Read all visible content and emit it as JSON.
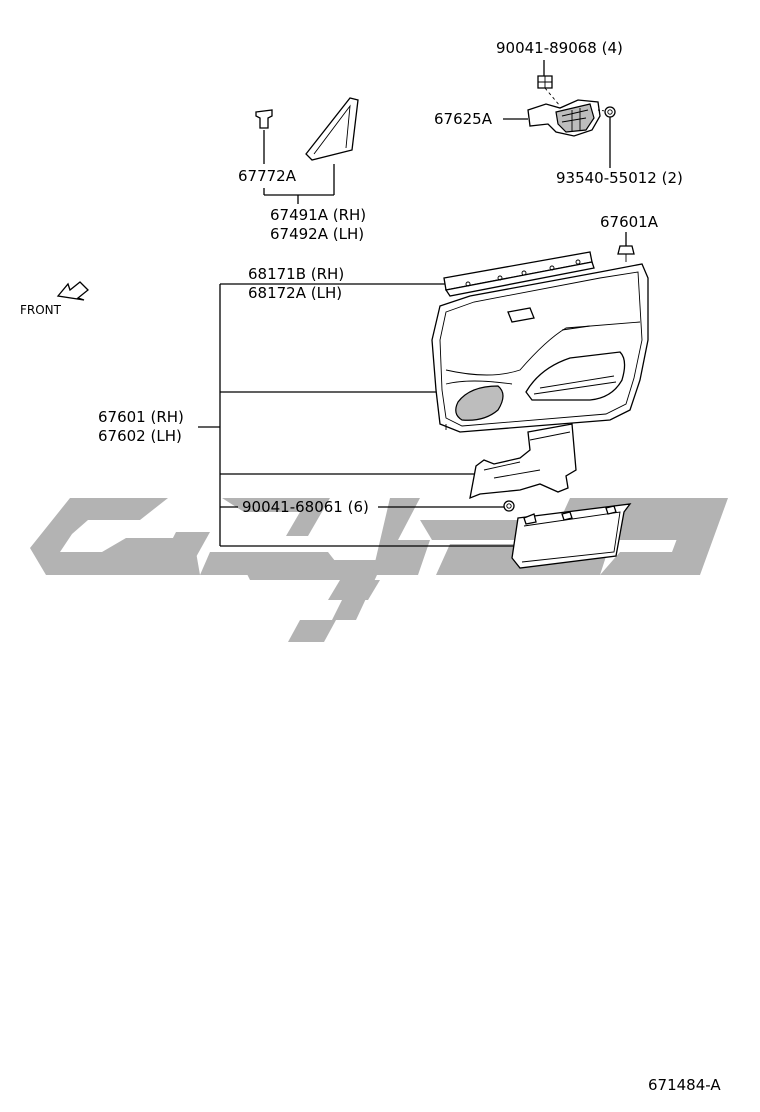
{
  "parts": {
    "p1": "90041-89068 (4)",
    "p2": "67625A",
    "p3": "93540-55012 (2)",
    "p4": "67772A",
    "p5_rh": "67491A (RH)",
    "p5_lh": "67492A (LH)",
    "p6": "67601A",
    "p7_rh": "68171B (RH)",
    "p7_lh": "68172A (LH)",
    "p8_rh": "67601 (RH)",
    "p8_lh": "67602 (LH)",
    "p9": "90041-68061 (6)"
  },
  "front_label": "FRONT",
  "diagram_id": "671484-A",
  "colors": {
    "watermark": "#b3b3b3",
    "line": "#000000",
    "part_shade": "#bdbdbd"
  }
}
